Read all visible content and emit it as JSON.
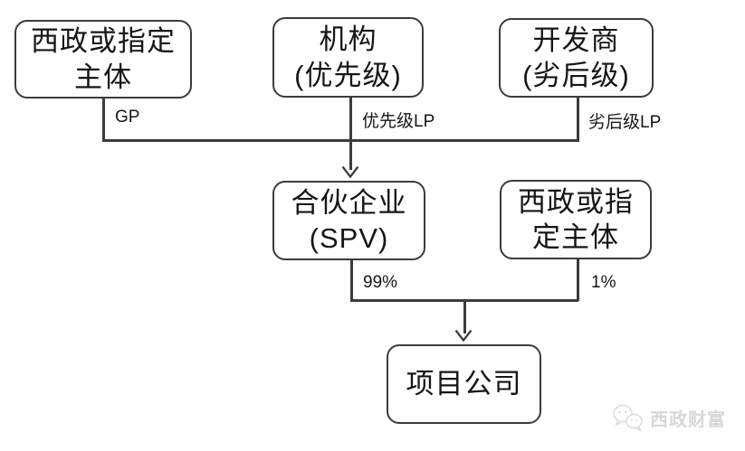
{
  "diagram": {
    "nodes": [
      {
        "id": "xizheng-gp",
        "label": "西政或指定\n主体"
      },
      {
        "id": "institution-senior",
        "label": "机构\n(优先级)"
      },
      {
        "id": "developer-junior",
        "label": "开发商\n(劣后级)"
      },
      {
        "id": "partnership-spv",
        "label": "合伙企业\n(SPV)"
      },
      {
        "id": "xizheng-minority",
        "label": "西政或指\n定主体"
      },
      {
        "id": "project-company",
        "label": "项目公司"
      }
    ],
    "edge_labels": {
      "gp": "GP",
      "senior_lp": "优先级LP",
      "junior_lp": "劣后级LP",
      "spv_share": "99%",
      "minority_share": "1%"
    },
    "colors": {
      "line": "#3c3c3c",
      "text": "#161616",
      "watermark": "#d7d7d7"
    }
  },
  "watermark": {
    "text": "西政财富",
    "icon": "wechat-icon"
  }
}
